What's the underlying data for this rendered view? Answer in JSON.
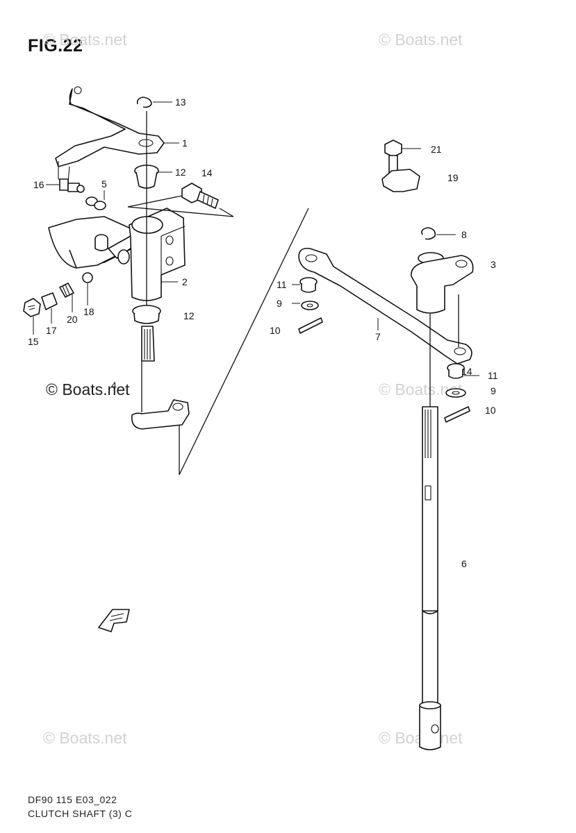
{
  "figure": {
    "title": "FIG.22",
    "footer_line1": "DF90 115 E03_022",
    "footer_line2": "CLUTCH SHAFT (3) C"
  },
  "watermarks": {
    "top_left": "© Boats.net",
    "top_right": "© Boats.net",
    "mid_left": "© Boats.net",
    "mid_right": "© Boats.net",
    "bottom_left": "© Boats.net",
    "bottom_right": "© Boats.net"
  },
  "callouts": {
    "c13": "13",
    "c1": "1",
    "c12a": "12",
    "c14a": "14",
    "c16": "16",
    "c5a": "5",
    "c2": "2",
    "c18": "18",
    "c12b": "12",
    "c20": "20",
    "c17": "17",
    "c15": "15",
    "c4": "4",
    "c21": "21",
    "c19": "19",
    "c8": "8",
    "c3": "3",
    "c11a": "11",
    "c9a": "9",
    "c10a": "10",
    "c7": "7",
    "c11b": "11",
    "c14b": "14",
    "c9b": "9",
    "c10b": "10",
    "c6": "6"
  },
  "icons": {
    "front_arrow": "front-direction-arrow-icon"
  }
}
